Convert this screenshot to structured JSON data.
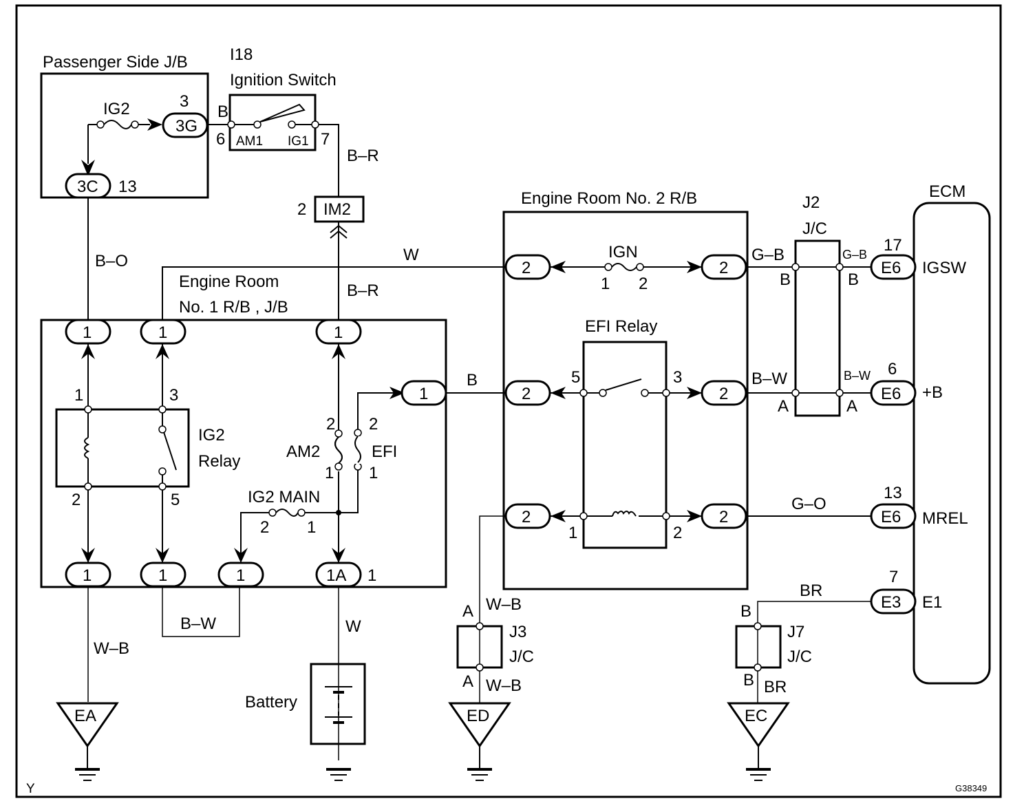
{
  "diagram": {
    "figure_id": "G38349",
    "corner_mark": "Y",
    "passenger_jb": {
      "title": "Passenger Side J/B",
      "fuse": "IG2",
      "conn_3g": "3G",
      "conn_3g_pin": "3",
      "conn_3c": "3C",
      "conn_3c_pin": "13"
    },
    "ignition_switch": {
      "code": "I18",
      "title": "Ignition Switch",
      "pin_am1": "AM1",
      "pin_ig1": "IG1",
      "pin_left": "6",
      "pin_right": "7",
      "wire_in": "B"
    },
    "im2": {
      "label": "IM2",
      "pin": "2"
    },
    "wires": {
      "b_o": "B–O",
      "b_r_top": "B–R",
      "b_r_mid": "B–R",
      "w_top": "W",
      "b_efi": "B",
      "w_b_ea": "W–B",
      "b_w_bottom": "B–W",
      "w_battery": "W",
      "w_b_j3_top": "W–B",
      "w_b_j3_bot": "W–B",
      "g_b_left": "G–B",
      "g_b_right": "G–B",
      "b_w_left": "B–W",
      "b_w_right": "B–W",
      "g_o": "G–O",
      "br_top": "BR",
      "br_bot": "BR"
    },
    "engine_room_1": {
      "title_line1": "Engine Room",
      "title_line2": "No. 1 R/B , J/B",
      "top_conns": [
        "1",
        "1",
        "1"
      ],
      "efi_conn": "1",
      "bottom_conns": [
        "1",
        "1",
        "1",
        "1A"
      ],
      "bottom_1a_pin": "1",
      "ig2_relay": {
        "label1": "IG2",
        "label2": "Relay",
        "pin1": "1",
        "pin2": "2",
        "pin3": "3",
        "pin5": "5"
      },
      "am2": {
        "label": "AM2",
        "pin_top": "2",
        "pin_bot": "1"
      },
      "efi_fuse": {
        "label": "EFI",
        "pin_top": "2",
        "pin_bot": "1"
      },
      "ig2_main": {
        "label": "IG2 MAIN",
        "pin_left": "2",
        "pin_right": "1"
      }
    },
    "engine_room_2": {
      "title": "Engine Room No. 2 R/B",
      "ign_fuse": {
        "label": "IGN",
        "pin_left": "1",
        "pin_right": "2"
      },
      "efi_relay": {
        "label": "EFI Relay",
        "pin1": "1",
        "pin2": "2",
        "pin3": "3",
        "pin5": "5"
      },
      "conns": [
        "2",
        "2",
        "2",
        "2",
        "2",
        "2"
      ]
    },
    "j2": {
      "code": "J2",
      "type": "J/C",
      "pin_b_left": "B",
      "pin_b_right": "B",
      "pin_a_left": "A",
      "pin_a_right": "A"
    },
    "j3": {
      "code": "J3",
      "type": "J/C",
      "pin_top": "A",
      "pin_bot": "A"
    },
    "j7": {
      "code": "J7",
      "type": "J/C",
      "pin_top": "B",
      "pin_bot": "B"
    },
    "ecm": {
      "title": "ECM",
      "terminals": [
        {
          "conn": "E6",
          "pin": "17",
          "name": "IGSW"
        },
        {
          "conn": "E6",
          "pin": "6",
          "name": "+B"
        },
        {
          "conn": "E6",
          "pin": "13",
          "name": "MREL"
        },
        {
          "conn": "E3",
          "pin": "7",
          "name": "E1"
        }
      ]
    },
    "battery": {
      "label": "Battery"
    },
    "grounds": [
      "EA",
      "ED",
      "EC"
    ]
  }
}
